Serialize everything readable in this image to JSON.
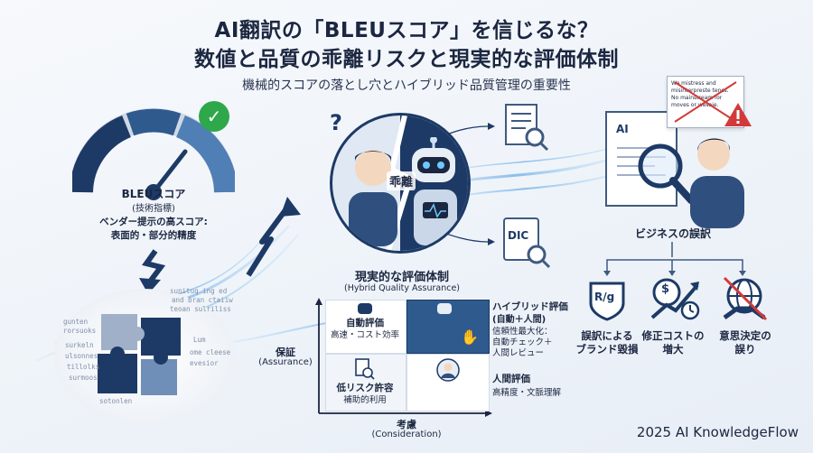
{
  "header": {
    "title_line1": "AI翻訳の「BLEUスコア」を信じるな？",
    "title_line2": "数値と品質の乖離リスクと現実的な評価体制",
    "subtitle": "機械的スコアの落とし穴とハイブリッド品質管理の重要性"
  },
  "left": {
    "gauge_label": "BLEUスコア",
    "gauge_sub": "(技術指標)",
    "vendor_line1": "ベンダー提示の高スコア:",
    "vendor_line2": "表面的・部分的精度",
    "puzzle_words": [
      "sunituq ing ed",
      "and bran ctaiiw",
      "teoan sulriliss",
      "gunten",
      "rorsuoks",
      "surkeln",
      "ulsonnes",
      "tillolks",
      "surmoos",
      "Lum",
      "ome cleese",
      "evesior",
      "sotonlen"
    ]
  },
  "center": {
    "question_mark": "?",
    "gap_label": "乖離"
  },
  "right_top": {
    "doc_label": "AI",
    "note_lines": [
      "We mistress and",
      "misinterpreste tencs.",
      "No mainstream for",
      "moves or wesaie."
    ],
    "dic_label": "DIC",
    "business_label": "ビジネスの誤訳",
    "risks": [
      {
        "icon_text": "R/g",
        "line1": "誤訳による",
        "line2": "ブランド毀損"
      },
      {
        "icon_text": "$",
        "line1": "修正コストの",
        "line2": "増大"
      },
      {
        "icon_text": "",
        "line1": "意思決定の",
        "line2": "誤り"
      }
    ]
  },
  "matrix": {
    "title": "現実的な評価体制",
    "title_en": "(Hybrid Quality Assurance)",
    "y_label": "保証",
    "y_label_en": "(Assurance)",
    "x_label": "考慮",
    "x_label_en": "(Consideration)",
    "auto_title": "自動評価",
    "auto_sub": "高速・コスト効率",
    "low_title": "低リスク許容",
    "low_sub": "補助的利用",
    "hybrid_title": "ハイブリッド評価",
    "hybrid_sub": "(自動＋人間)",
    "hybrid_d1": "信頼性最大化：",
    "hybrid_d2": "自動チェック＋",
    "hybrid_d3": "人間レビュー",
    "human_title": "人間評価",
    "human_sub": "高精度・文脈理解"
  },
  "footer": {
    "brand": "2025 AI KnowledgeFlow"
  },
  "colors": {
    "navy": "#1d3a66",
    "accent": "#2f6fb3",
    "red": "#d23a3a",
    "green": "#2ea84a",
    "flow": "#7fb8ea"
  }
}
